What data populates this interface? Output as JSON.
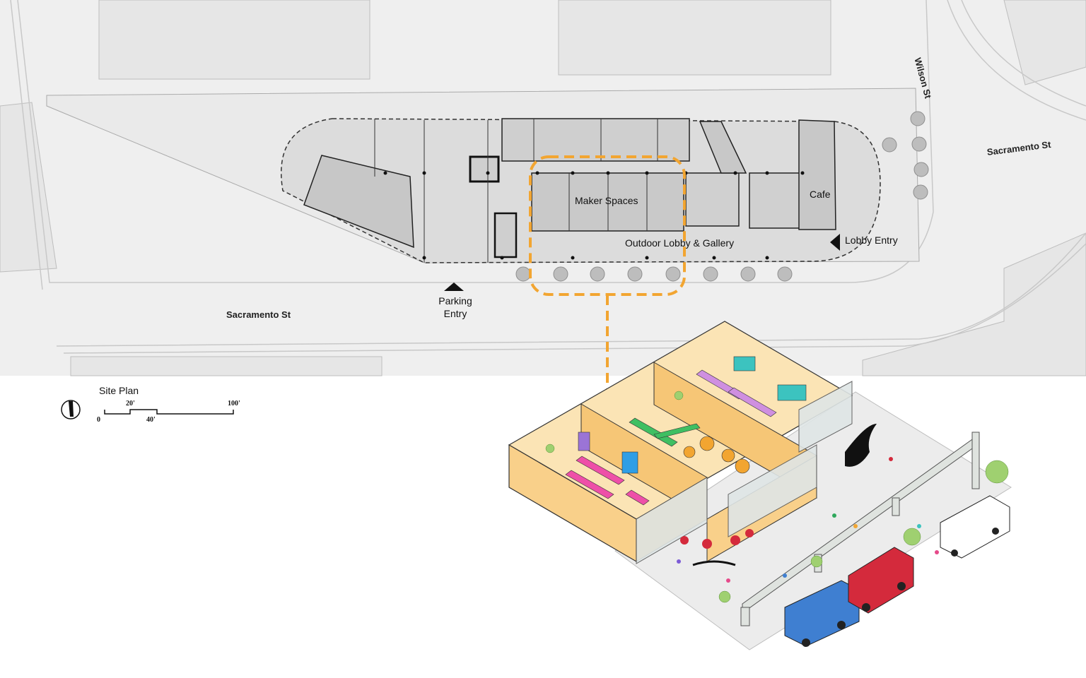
{
  "plan": {
    "streets": {
      "sacramento_left": "Sacramento St",
      "sacramento_right": "Sacramento St",
      "wilson": "Wilson St"
    },
    "rooms": {
      "maker_spaces": "Maker Spaces",
      "cafe": "Cafe",
      "outdoor_lobby": "Outdoor Lobby & Gallery"
    },
    "entries": {
      "lobby": "Lobby Entry",
      "parking_line1": "Parking",
      "parking_line2": "Entry"
    }
  },
  "legend": {
    "title": "Site Plan",
    "scale": {
      "zero": "0",
      "twenty": "20'",
      "forty": "40'",
      "hundred": "100'"
    }
  },
  "colors": {
    "site_bg": "#efefef",
    "building_fill": "#d3d3d3",
    "callout": "#f2a531",
    "wall_warm": "#f9d08a",
    "floor": "#ececec",
    "truck_red": "#d42a3c",
    "truck_blue": "#3f7fd1"
  },
  "icons": [
    "north-arrow-icon",
    "parking-entry-arrow-icon",
    "lobby-entry-arrow-icon"
  ]
}
